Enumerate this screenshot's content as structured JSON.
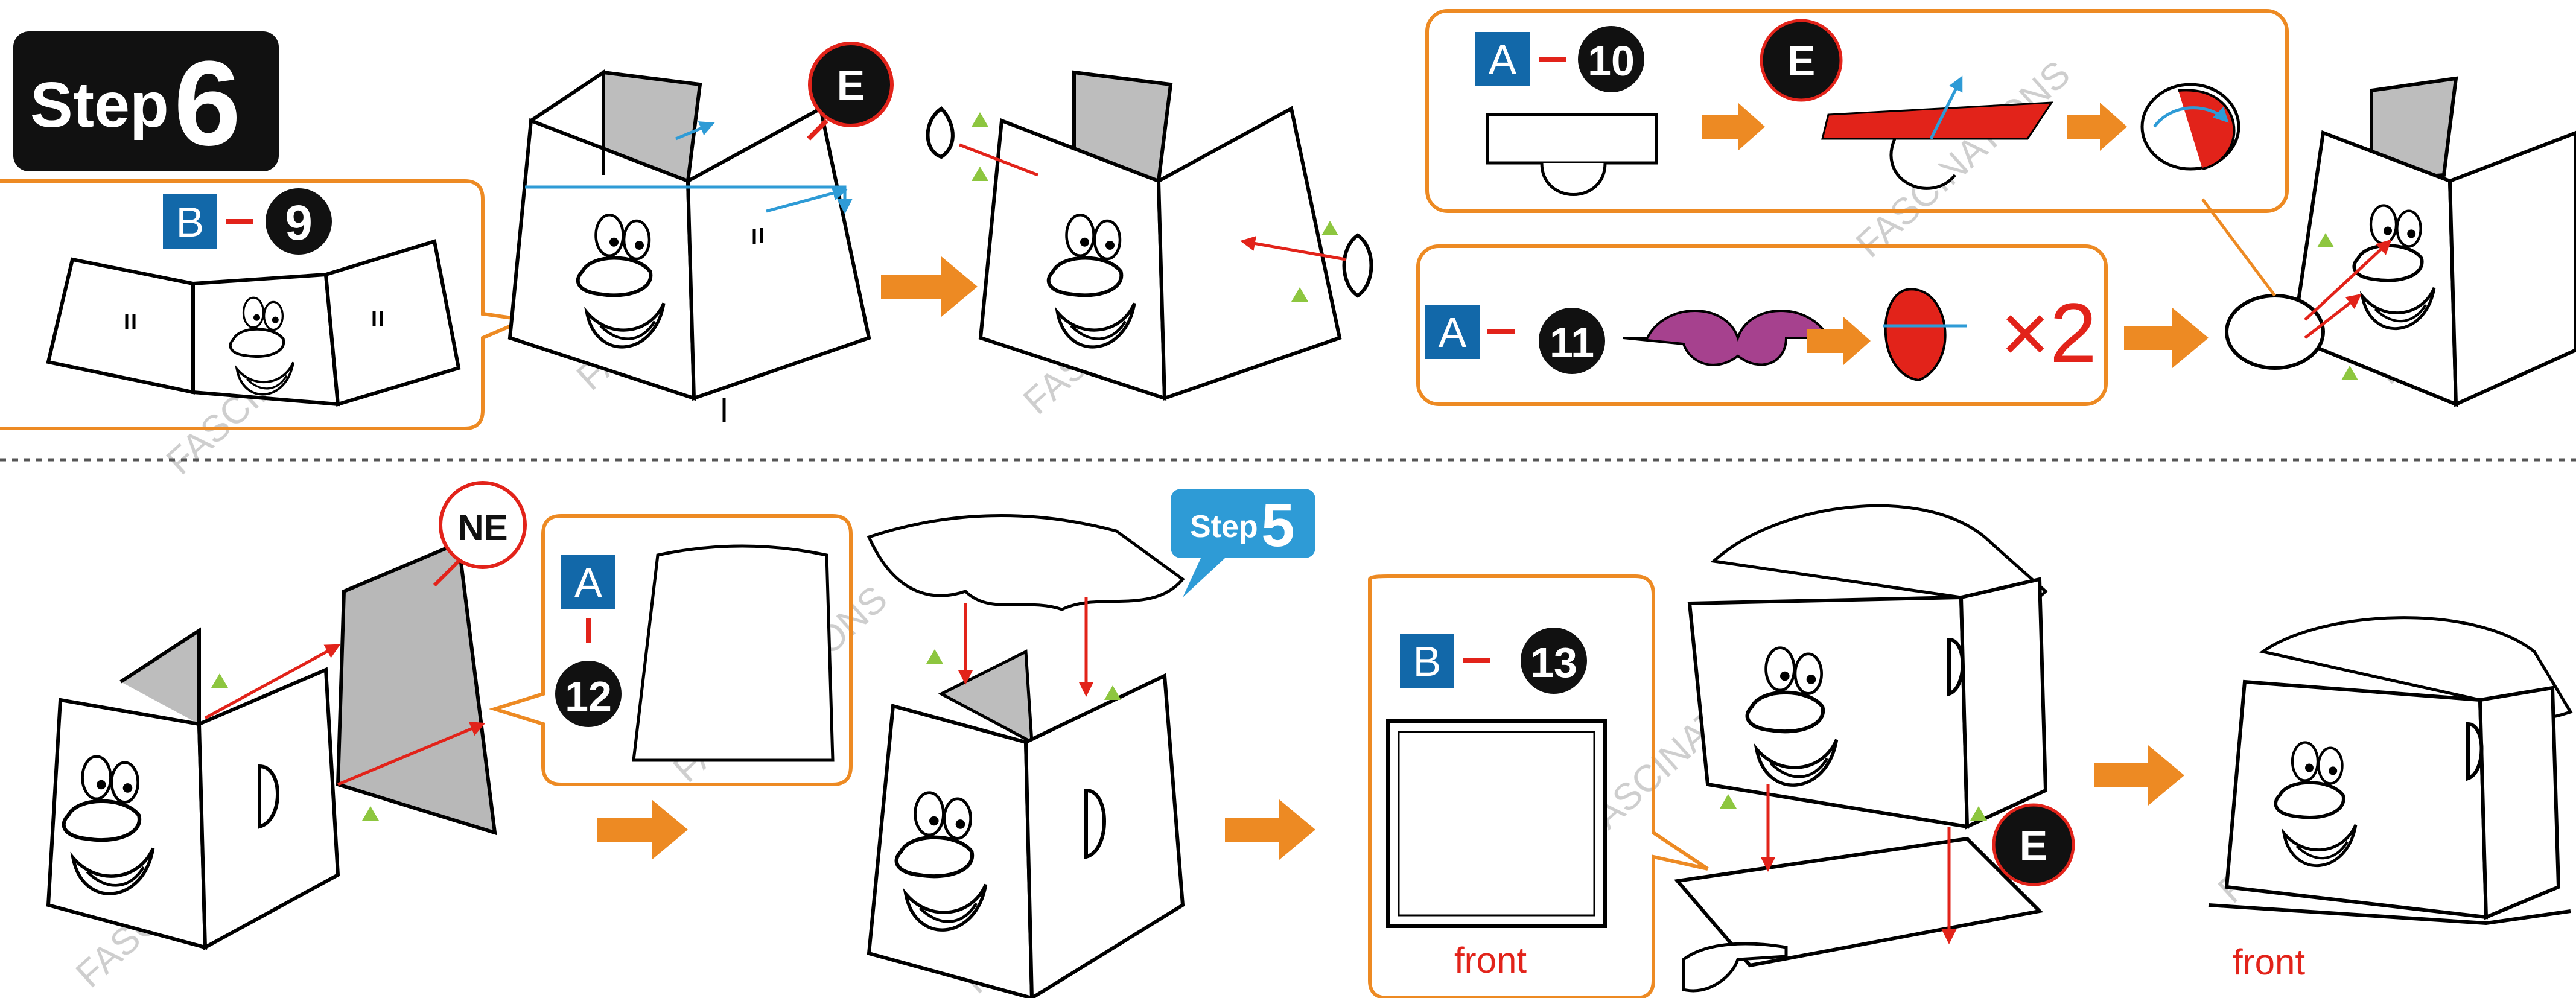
{
  "step": {
    "word": "Step",
    "number": "6"
  },
  "callout_step": {
    "word": "Step",
    "number": "5"
  },
  "watermark": "FASCINATIONS",
  "pieces": {
    "b9": {
      "sheet": "B",
      "part": "9"
    },
    "a10": {
      "sheet": "A",
      "part": "10"
    },
    "a11": {
      "sheet": "A",
      "part": "11",
      "quantity": "×2"
    },
    "a12": {
      "sheet": "A",
      "part": "12"
    },
    "b13": {
      "sheet": "B",
      "part": "13",
      "caption": "front"
    }
  },
  "badges": {
    "e": "E",
    "ne": "NE"
  },
  "final_caption": "front",
  "colors": {
    "orange": "#ED8A23",
    "blue_badge": "#1268A9",
    "red": "#E2231A",
    "green": "#8DC63F",
    "gray": "#B8B8B8",
    "purple": "#A6418E",
    "callout_blue": "#2E9BD6",
    "watermark": "#C9C9C9"
  }
}
